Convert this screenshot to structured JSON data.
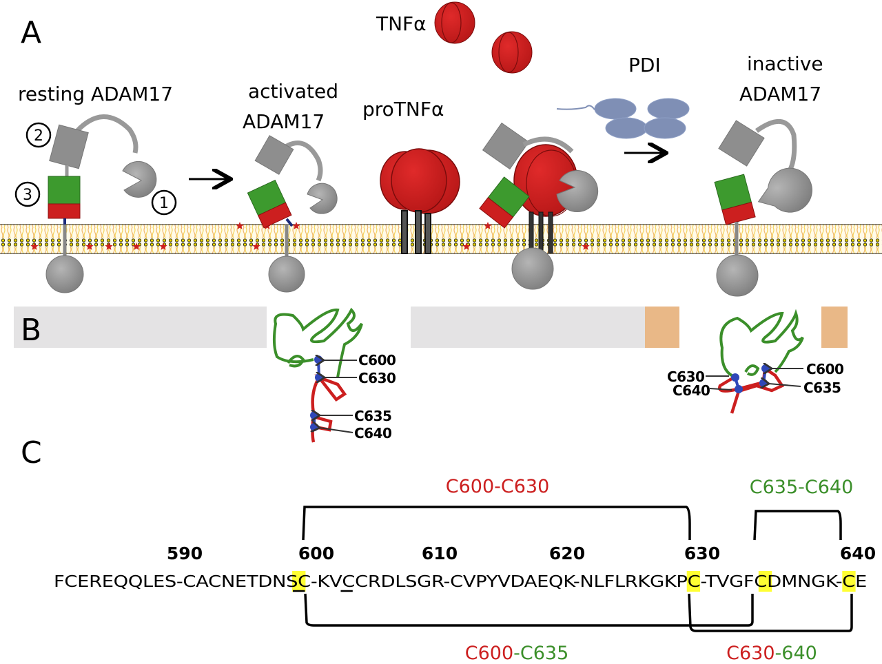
{
  "panels": {
    "a": {
      "letter": "A",
      "labels": {
        "resting": "resting ADAM17",
        "activated_line1": "activated",
        "activated_line2": "ADAM17",
        "protnf": "proTNFα",
        "tnf": "TNFα",
        "pdi": "PDI",
        "inactive_line1": "inactive",
        "inactive_line2": "ADAM17"
      },
      "domain_numbers": [
        "1",
        "2",
        "3"
      ]
    },
    "b": {
      "letter": "B",
      "activated_cysteines": [
        "C600",
        "C630",
        "C635",
        "C640"
      ],
      "inactive_cysteines": {
        "left": [
          "C630",
          "C640"
        ],
        "right": [
          "C600",
          "C635"
        ]
      }
    },
    "c": {
      "letter": "C",
      "positions": [
        "590",
        "600",
        "610",
        "620",
        "630",
        "640"
      ],
      "sequence_segments": [
        {
          "text": "FCEREQQLES-CACNETDNS",
          "hl": false,
          "ul": false
        },
        {
          "text": "C",
          "hl": true,
          "ul": true
        },
        {
          "text": "-KV",
          "hl": false,
          "ul": false
        },
        {
          "text": "C",
          "hl": false,
          "ul": true
        },
        {
          "text": "CRDLSGR-CVPYVDAEQK-NLFLRKGKP",
          "hl": false,
          "ul": false
        },
        {
          "text": "C",
          "hl": true,
          "ul": false
        },
        {
          "text": "-TVGF",
          "hl": false,
          "ul": false
        },
        {
          "text": "C",
          "hl": true,
          "ul": false
        },
        {
          "text": "DMNGK-",
          "hl": false,
          "ul": false
        },
        {
          "text": "C",
          "hl": true,
          "ul": false
        },
        {
          "text": "E",
          "hl": false,
          "ul": false
        }
      ],
      "bonds_top": [
        {
          "label": [
            {
              "t": "C600-C630",
              "c": "red"
            }
          ]
        },
        {
          "label": [
            {
              "t": "C635-C640",
              "c": "green"
            }
          ]
        }
      ],
      "bonds_bottom": [
        {
          "label": [
            {
              "t": "C600",
              "c": "red"
            },
            {
              "t": "-C635",
              "c": "green"
            }
          ]
        },
        {
          "label": [
            {
              "t": "C630",
              "c": "red"
            },
            {
              "t": "-640",
              "c": "green"
            }
          ]
        }
      ]
    }
  },
  "colors": {
    "red": "#cc1f1f",
    "green": "#3b8f2a",
    "gray": "#8c8c8c",
    "highlight": "#ffff33",
    "pdi": "#7f8fb5",
    "bar": "#e4e3e4",
    "orange": "#e9b887"
  }
}
